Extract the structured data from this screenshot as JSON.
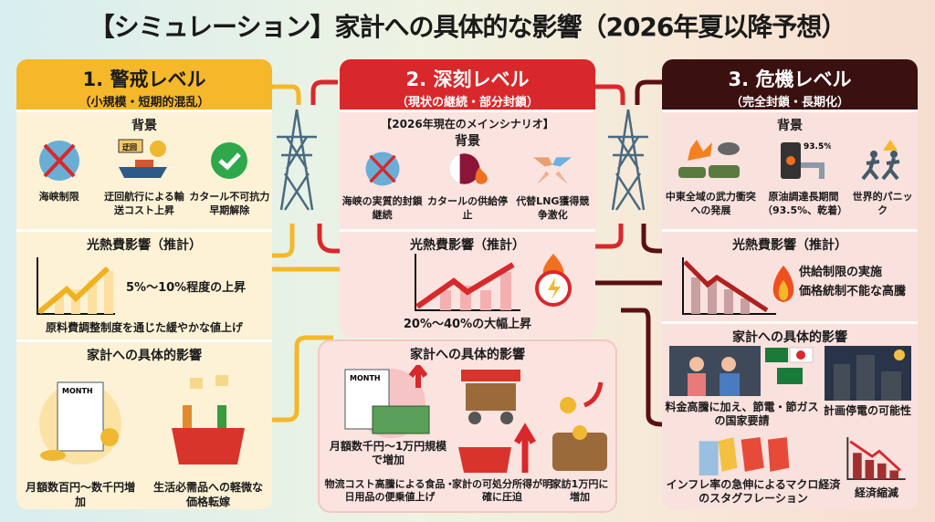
{
  "title": "【シミュレーション】家計への具体的な影響（2026年夏以降予想）",
  "colors": {
    "level1": "#f5b82a",
    "level2": "#d9282b",
    "level3": "#3b1010"
  },
  "level1": {
    "title": "1. 警戒レベル",
    "subtitle": "（小規模・短期的混乱）",
    "background_title": "背景",
    "background": [
      {
        "icon": "crossed-globe-icon",
        "label": "海峡制限"
      },
      {
        "icon": "truck-ship-coins-icon",
        "label": "迂回航行による輸送コスト上昇",
        "truck_label": "迂回"
      },
      {
        "icon": "check-circle-icon",
        "label": "カタール不可抗力早期解除"
      }
    ],
    "energy_title": "光熱費影響（推計）",
    "energy_value": "5%〜10%程度の上昇",
    "energy_note": "原料費調整制度を通じた緩やかな値上げ",
    "household_title": "家計への具体的影響",
    "household": [
      {
        "icon": "bill-coins-icon",
        "label": "月額数百円〜数千円増加",
        "bill_label": "MONTH"
      },
      {
        "icon": "shopping-basket-icon",
        "label": "生活必需品への軽微な価格転嫁"
      }
    ]
  },
  "level2": {
    "title": "2. 深刻レベル",
    "subtitle": "（現状の継続・部分封鎖）",
    "scenario": "【2026年現在のメインシナリオ】",
    "background_title": "背景",
    "background": [
      {
        "icon": "crossed-globe-icon",
        "label": "海峡の実質的封鎖継続"
      },
      {
        "icon": "qatar-flag-fire-icon",
        "label": "カタールの供給停止"
      },
      {
        "icon": "handshake-icon",
        "label": "代替LNG獲得競争激化"
      }
    ],
    "energy_title": "光熱費影響（推計）",
    "energy_value": "20%〜40%の大幅上昇",
    "household_title": "家計への具体的影響",
    "household": [
      {
        "icon": "bill-cash-icon",
        "label": "月額数千円〜1万円規模で増加",
        "sub": "物流コスト高騰による食品・日用品の便乗値上げ",
        "bill_label": "MONTH"
      },
      {
        "icon": "food-cart-basket-icon",
        "label": "家計の可処分所得が明確に圧迫"
      },
      {
        "icon": "wallet-coins-icon",
        "label": "家訪1万円に増加"
      }
    ]
  },
  "level3": {
    "title": "3. 危機レベル",
    "subtitle": "（完全封鎖・長期化）",
    "background_title": "背景",
    "background": [
      {
        "icon": "tanks-explosion-icon",
        "label": "中東全域の武力衝突への発展"
      },
      {
        "icon": "oil-barrel-icon",
        "label": "原油調達長期間（93.5%、乾着）",
        "barrel_label": "93.5%"
      },
      {
        "icon": "running-people-icon",
        "label": "世界的パニック"
      }
    ],
    "energy_title": "光熱費影響（推計）",
    "energy_value": "供給制限の実施",
    "energy_value2": "価格統制不能な高騰",
    "household_title": "家計への具体的影響",
    "household": [
      {
        "icon": "family-flags-icon",
        "label": "料金高騰に加え、節電・節ガスの国家要請"
      },
      {
        "icon": "dark-city-icon",
        "label": "計画停電の可能性"
      },
      {
        "icon": "price-tags-icon",
        "label": "インフレ率の急伸によるマクロ経済のスタグフレーション"
      },
      {
        "icon": "falling-chart-icon",
        "label": "経済縮減"
      }
    ]
  }
}
